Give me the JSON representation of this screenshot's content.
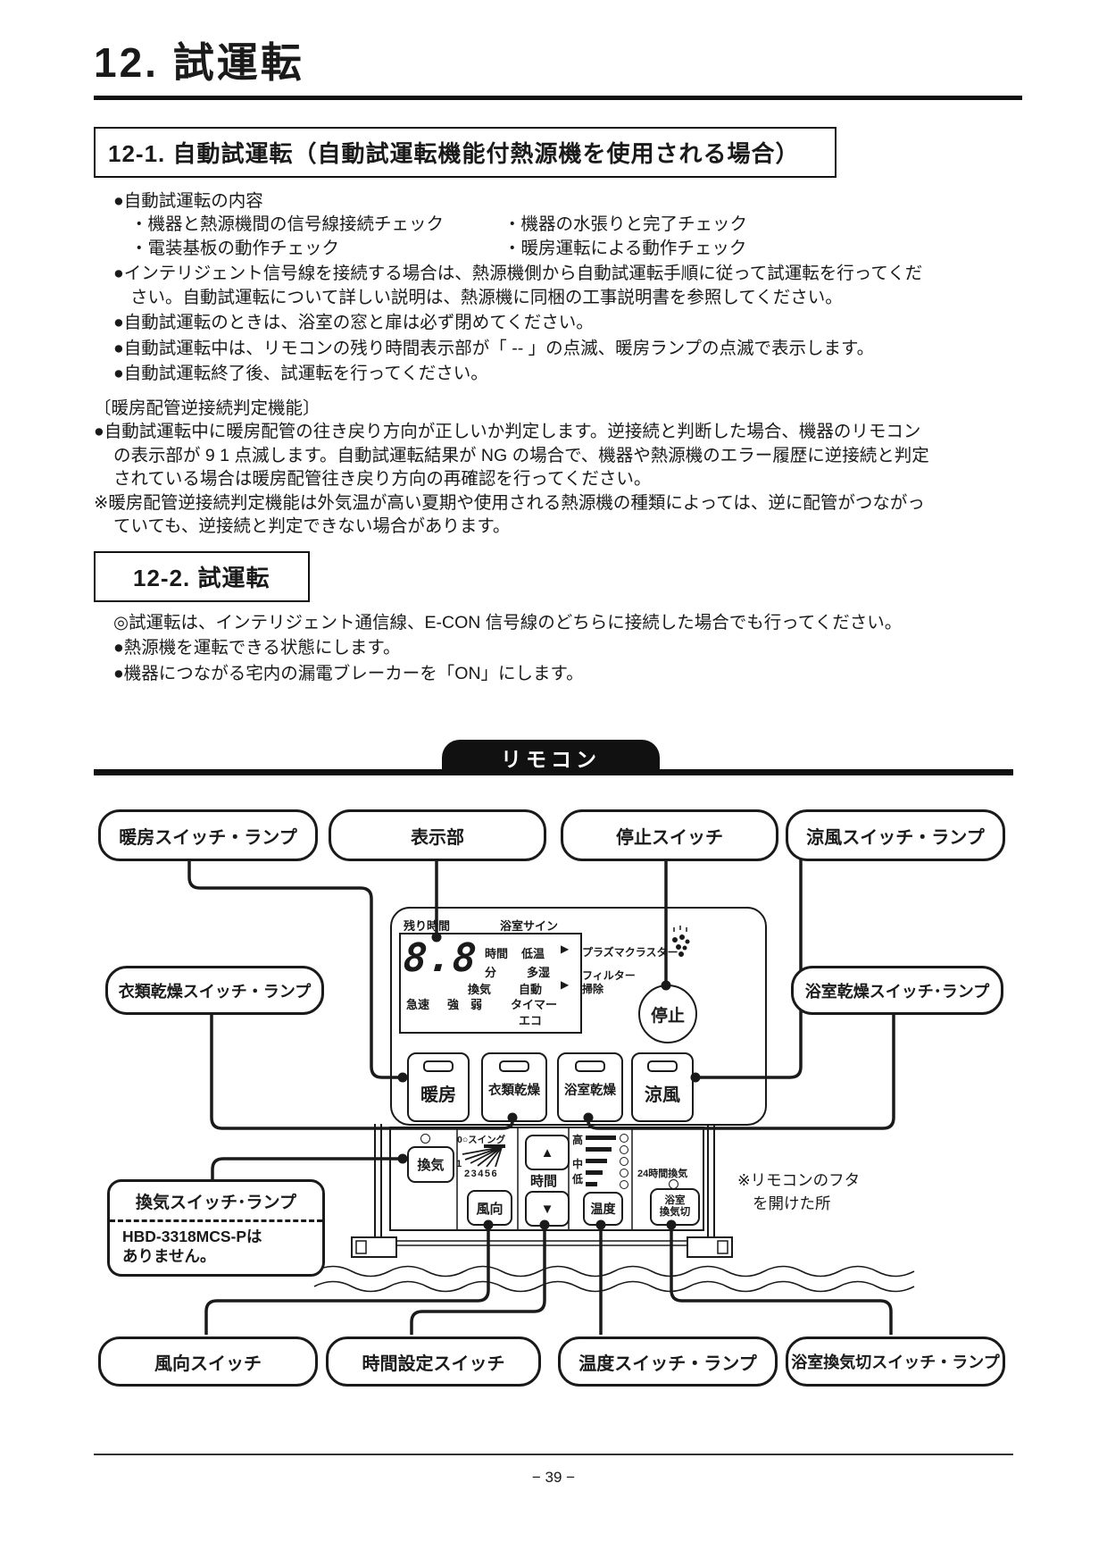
{
  "doc": {
    "title": "12. 試運転",
    "s1": {
      "heading": "12-1. 自動試運転（自動試運転機能付熱源機を使用される場合）",
      "b1": "●自動試運転の内容",
      "c1l": "・機器と熱源機間の信号線接続チェック",
      "c1r": "・機器の水張りと完了チェック",
      "c2l": "・電装基板の動作チェック",
      "c2r": "・暖房運転による動作チェック",
      "b2a": "●インテリジェント信号線を接続する場合は、熱源機側から自動試運転手順に従って試運転を行ってくだ",
      "b2b": "さい。自動試運転について詳しい説明は、熱源機に同梱の工事説明書を参照してください。",
      "b3": "●自動試運転のときは、浴室の窓と扉は必ず閉めてください。",
      "b4": "●自動試運転中は、リモコンの残り時間表示部が「 -- 」の点滅、暖房ランプの点滅で表示します。",
      "b5": "●自動試運転終了後、試運転を行ってください。",
      "subhead": "〔暖房配管逆接続判定機能〕",
      "s1a": "●自動試運転中に暖房配管の往き戻り方向が正しいか判定します。逆接続と判断した場合、機器のリモコン",
      "s1b": "の表示部が 9 1 点滅します。自動試運転結果が NG の場合で、機器や熱源機のエラー履歴に逆接続と判定",
      "s1c": "されている場合は暖房配管往き戻り方向の再確認を行ってください。",
      "n1a": "※暖房配管逆接続判定機能は外気温が高い夏期や使用される熱源機の種類によっては、逆に配管がつながっ",
      "n1b": "ていても、逆接続と判定できない場合があります。"
    },
    "s2": {
      "heading": "12-2. 試運転",
      "note": "◎試運転は、インテリジェント通信線、E-CON 信号線のどちらに接続した場合でも行ってください。",
      "b1": "●熱源機を運転できる状態にします。",
      "b2": "●機器につながる宅内の漏電ブレーカーを「ON」にします。"
    }
  },
  "banner": "リモコン",
  "labels": {
    "heating": "暖房スイッチ・ランプ",
    "display": "表示部",
    "stop": "停止スイッチ",
    "cool": "涼風スイッチ・ランプ",
    "clothes": "衣類乾燥スイッチ・ランプ",
    "bathdry": "浴室乾燥スイッチ･ランプ",
    "vent_title": "換気スイッチ･ランプ",
    "vent_note1": "HBD-3318MCS-Pは",
    "vent_note2": "ありません。",
    "wind": "風向スイッチ",
    "time": "時間設定スイッチ",
    "temp": "温度スイッチ・ランプ",
    "bathventoff": "浴室換気切スイッチ・ランプ"
  },
  "remote": {
    "rem_time": "残り時間",
    "bath_sign": "浴室サイン",
    "digits": "8.8",
    "hour": "時間",
    "lowtemp": "低温",
    "min": "分",
    "humid": "多湿",
    "vent": "換気",
    "auto": "自動",
    "rapid": "急速",
    "strong": "強",
    "weak": "弱",
    "timer": "タイマー",
    "eco": "エコ",
    "arrow": "▶",
    "plasma": "プラズマクラスター",
    "filter1": "フィルター",
    "filter2": "掃除",
    "stop": "停止",
    "btn_heat": "暖房",
    "btn_clothes": "衣類乾燥",
    "btn_bathdry": "浴室乾燥",
    "btn_cool": "涼風"
  },
  "lower": {
    "vent_btn": "換気",
    "swing": "0○スイング",
    "n1": "1",
    "n2_6": "23456",
    "wind_btn": "風向",
    "up": "▲",
    "down": "▼",
    "time_lbl": "時間",
    "high": "高",
    "mid": "中",
    "low": "低",
    "temp_btn": "温度",
    "vent24": "24時間換気",
    "bv1": "浴室",
    "bv2": "換気切",
    "cover1": "※リモコンのフタ",
    "cover2": "を開けた所"
  },
  "footer": {
    "pagenum": "− 39 −"
  },
  "colors": {
    "ink": "#1a1a1a",
    "banner_bg": "#111111",
    "paper": "#ffffff"
  }
}
